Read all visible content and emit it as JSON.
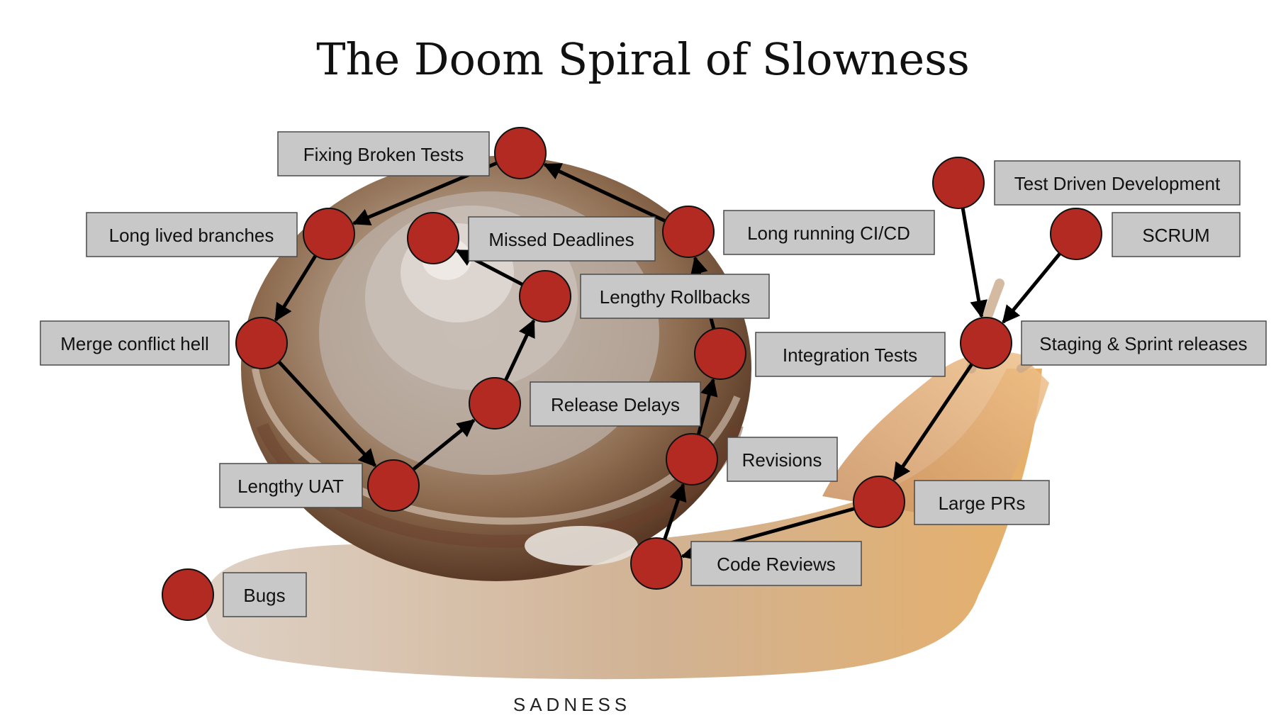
{
  "title": "The Doom Spiral of Slowness",
  "footer": "SADNESS",
  "nodes": [
    {
      "id": "fixing-broken-tests",
      "label": "Fixing Broken Tests"
    },
    {
      "id": "long-lived-branches",
      "label": "Long lived branches"
    },
    {
      "id": "missed-deadlines",
      "label": "Missed Deadlines"
    },
    {
      "id": "long-running-ci-cd",
      "label": "Long running CI/CD"
    },
    {
      "id": "test-driven-development",
      "label": "Test Driven Development"
    },
    {
      "id": "scrum",
      "label": "SCRUM"
    },
    {
      "id": "lengthy-rollbacks",
      "label": "Lengthy Rollbacks"
    },
    {
      "id": "merge-conflict-hell",
      "label": "Merge conflict hell"
    },
    {
      "id": "integration-tests",
      "label": "Integration Tests"
    },
    {
      "id": "staging-sprint-releases",
      "label": "Staging & Sprint releases"
    },
    {
      "id": "release-delays",
      "label": "Release Delays"
    },
    {
      "id": "revisions",
      "label": "Revisions"
    },
    {
      "id": "lengthy-uat",
      "label": "Lengthy UAT"
    },
    {
      "id": "large-prs",
      "label": "Large PRs"
    },
    {
      "id": "code-reviews",
      "label": "Code Reviews"
    },
    {
      "id": "bugs",
      "label": "Bugs"
    }
  ],
  "edges": [
    {
      "from": "test-driven-development",
      "to": "staging-sprint-releases"
    },
    {
      "from": "scrum",
      "to": "staging-sprint-releases"
    },
    {
      "from": "staging-sprint-releases",
      "to": "large-prs"
    },
    {
      "from": "large-prs",
      "to": "code-reviews"
    },
    {
      "from": "code-reviews",
      "to": "revisions"
    },
    {
      "from": "revisions",
      "to": "integration-tests"
    },
    {
      "from": "integration-tests",
      "to": "long-running-ci-cd"
    },
    {
      "from": "long-running-ci-cd",
      "to": "fixing-broken-tests"
    },
    {
      "from": "fixing-broken-tests",
      "to": "long-lived-branches"
    },
    {
      "from": "long-lived-branches",
      "to": "merge-conflict-hell"
    },
    {
      "from": "merge-conflict-hell",
      "to": "lengthy-uat"
    },
    {
      "from": "lengthy-uat",
      "to": "release-delays"
    },
    {
      "from": "release-delays",
      "to": "lengthy-rollbacks"
    },
    {
      "from": "lengthy-rollbacks",
      "to": "missed-deadlines"
    }
  ]
}
